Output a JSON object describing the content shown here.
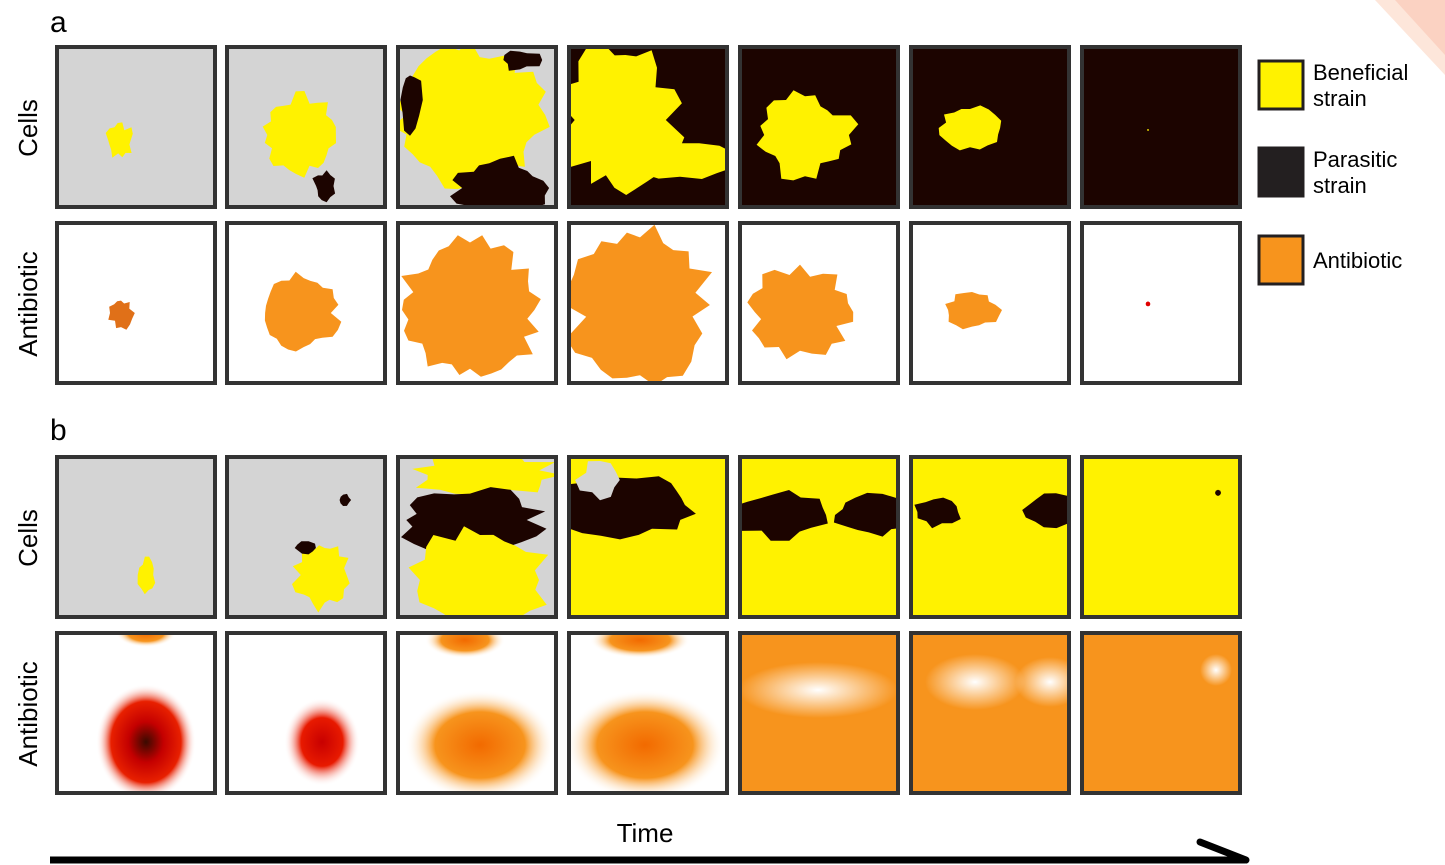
{
  "panels": [
    {
      "letter": "a",
      "rows": [
        "Cells",
        "Antibiotic"
      ]
    },
    {
      "letter": "b",
      "rows": [
        "Cells",
        "Antibiotic"
      ]
    }
  ],
  "legend": [
    {
      "line1": "Beneficial",
      "line2": "strain",
      "color": "#fff200"
    },
    {
      "line1": "Parasitic",
      "line2": "strain",
      "color": "#231f20"
    },
    {
      "line1": "Antibiotic",
      "line2": "",
      "color": "#f7941d"
    }
  ],
  "axis": {
    "label": "Time"
  },
  "colors": {
    "background_cells": "#d4d4d4",
    "beneficial": "#fff200",
    "parasitic": "#1c0400",
    "antibiotic": "#f7941d",
    "antibiotic_high": "#e00000",
    "frame": "#333333",
    "mixed": "#7a7a7a"
  }
}
